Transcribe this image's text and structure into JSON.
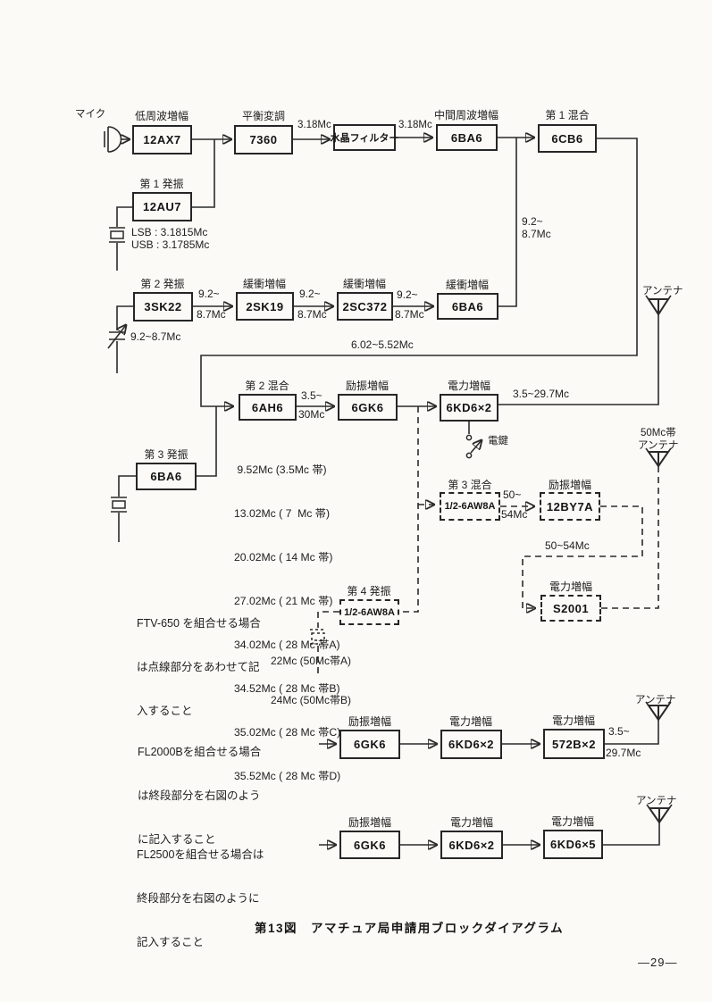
{
  "page": {
    "caption": "第13図　アマチュア局申請用ブロックダイアグラム",
    "page_number": "—29—"
  },
  "diagram": {
    "labels": {
      "mic": "マイク",
      "antenna_hf": "アンテナ",
      "antenna_50mc_line1": "50Mc帯",
      "antenna_50mc_line2": "アンテナ",
      "antenna_fl2000b": "アンテナ",
      "antenna_fl2500": "アンテナ",
      "key": "電鍵"
    },
    "blocks": {
      "af_amp": {
        "title": "低周波増幅",
        "tube": "12AX7"
      },
      "osc1": {
        "title": "第 1 発振",
        "tube": "12AU7"
      },
      "bal_mod": {
        "title": "平衡変調",
        "tube": "7360"
      },
      "xtal_filter": {
        "tube": "水晶フィルター"
      },
      "if_amp": {
        "title": "中間周波増幅",
        "tube": "6BA6"
      },
      "mix1": {
        "title": "第 1 混合",
        "tube": "6CB6"
      },
      "osc2": {
        "title": "第 2 発振",
        "tube": "3SK22"
      },
      "buf1": {
        "title": "緩衝増幅",
        "tube": "2SK19"
      },
      "buf2": {
        "title": "緩衝増幅",
        "tube": "2SC372"
      },
      "buf3": {
        "title": "緩衝増幅",
        "tube": "6BA6"
      },
      "mix2": {
        "title": "第 2 混合",
        "tube": "6AH6"
      },
      "drv1": {
        "title": "励振増幅",
        "tube": "6GK6"
      },
      "pa1": {
        "title": "電力増幅",
        "tube": "6KD6×2"
      },
      "osc3": {
        "title": "第 3 発振",
        "tube": "6BA6"
      },
      "mix3": {
        "title": "第 3 混合",
        "tube": "1/2-6AW8A"
      },
      "drv2": {
        "title": "励振増幅",
        "tube": "12BY7A"
      },
      "pa2": {
        "title": "電力増幅",
        "tube": "S2001"
      },
      "osc4": {
        "title": "第 4 発振",
        "tube": "1/2-6AW8A"
      },
      "fl2000b_drv": {
        "title": "励振増幅",
        "tube": "6GK6"
      },
      "fl2000b_pa1": {
        "title": "電力増幅",
        "tube": "6KD6×2"
      },
      "fl2000b_pa2": {
        "title": "電力増幅",
        "tube": "572B×2"
      },
      "fl2500_drv": {
        "title": "励振増幅",
        "tube": "6GK6"
      },
      "fl2500_pa1": {
        "title": "電力増幅",
        "tube": "6KD6×2"
      },
      "fl2500_pa2": {
        "title": "電力増幅",
        "tube": "6KD6×5"
      }
    },
    "freqs": {
      "carrier_1": "3.18Mc",
      "carrier_2": "3.18Mc",
      "lsb": "LSB : 3.1815Mc",
      "usb": "USB : 3.1785Mc",
      "vfo_range": "9.2~8.7Mc",
      "buf_a_top": "9.2~",
      "buf_a_bot": "8.7Mc",
      "buf_b_top": "9.2~",
      "buf_b_bot": "8.7Mc",
      "buf_c_top": "9.2~",
      "buf_c_bot": "8.7Mc",
      "inj_top": "9.2~",
      "inj_bot": "8.7Mc",
      "if_out": "6.02~5.52Mc",
      "mix2_out_top": "3.5~",
      "mix2_out_bot": "30Mc",
      "pa_out": "3.5~29.7Mc",
      "mix3_out_top": "50~",
      "mix3_out_bot": "54Mc",
      "drv2_out": "50~54Mc",
      "fl2000b_out_top": "3.5~",
      "fl2000b_out_bot": "29.7Mc"
    },
    "band_list": [
      " 9.52Mc (3.5Mc 帯)",
      "13.02Mc ( 7  Mc 帯)",
      "20.02Mc ( 14 Mc 帯)",
      "27.02Mc ( 21 Mc 帯)",
      "34.02Mc ( 28 Mc 帯A)",
      "34.52Mc ( 28 Mc 帯B)",
      "35.02Mc ( 28 Mc 帯C)",
      "35.52Mc ( 28 Mc 帯D)"
    ],
    "osc4_freqs": [
      "22Mc (50Mc帯A)",
      "24Mc (50Mc帯B)"
    ],
    "notes": {
      "ftv650": [
        "FTV-650 を組合せる場合",
        "は点線部分をあわせて記",
        "入すること"
      ],
      "fl2000b": [
        "FL2000Bを組合せる場合",
        "は終段部分を右図のよう",
        "に記入すること"
      ],
      "fl2500": [
        "FL2500を組合せる場合は",
        "終段部分を右図のように",
        "記入すること"
      ]
    }
  }
}
